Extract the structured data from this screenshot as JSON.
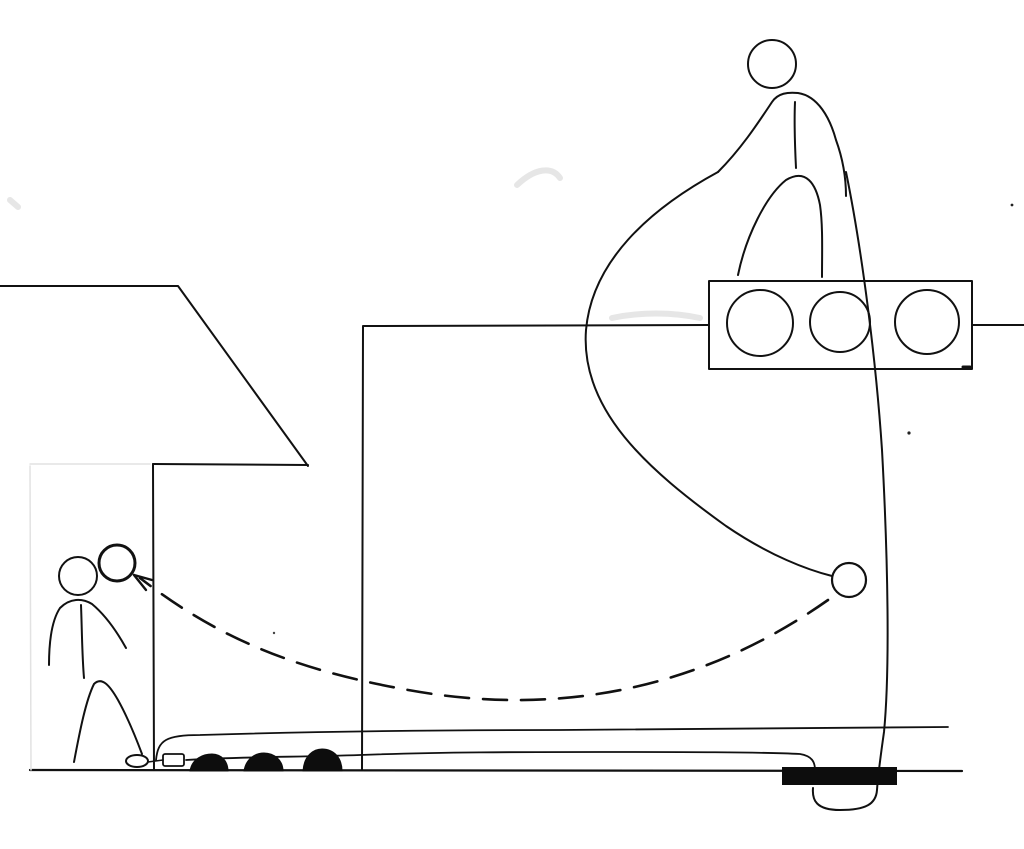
{
  "colors": {
    "background": "#ffffff",
    "ink": "#111111",
    "faint": "#e4e4e4",
    "solid": "#0d0d0d"
  },
  "elements": {
    "ground": "ground-line",
    "left-building": "building-with-sloped-roof",
    "right-building": "tall-rectangular-building",
    "tray": "box-with-three-circles",
    "person-left": "stick-figure-small",
    "person-top": "stick-figure-standing-on-box",
    "ball": "small-circle",
    "trajectory": "dashed-arc-with-arrowhead",
    "dark-pad": "filled-black-rectangle",
    "rocks": "three-dark-mounds"
  }
}
